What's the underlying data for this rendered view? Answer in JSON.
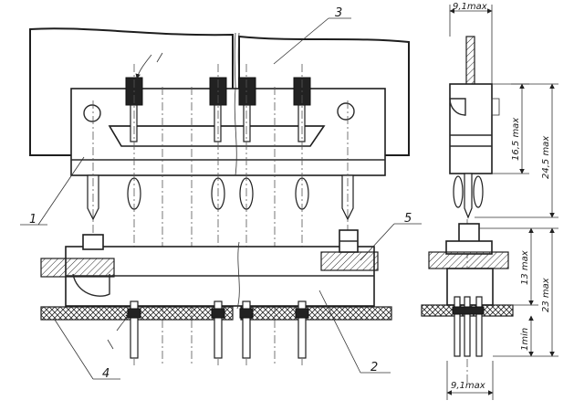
{
  "labels": {
    "part1": "1",
    "part2": "2",
    "part3": "3",
    "part4": "4",
    "part5": "5"
  },
  "dimensions": {
    "side_top_width": "9,1max",
    "inner_height": "16,5 max",
    "outer_height": "24,5 max",
    "socket_height": "13 max",
    "socket_total": "23 max",
    "socket_min": "1min",
    "bottom_width": "9,1max"
  }
}
